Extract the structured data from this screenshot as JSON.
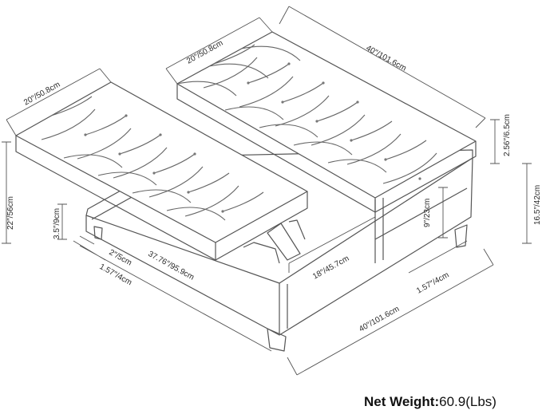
{
  "dimensions": {
    "top_width_left": "20″/50.8cm",
    "top_width_right": "20″/50.8cm",
    "top_length": "40″/101.6cm",
    "cushion_thickness": "2.56″/6.5cm",
    "total_height": "22″/56cm",
    "lower_height": "16.5″/42cm",
    "leg_height_left": "3.5″/9cm",
    "leg_height_right": "9″/23cm",
    "inner_depth": "18″/45.7cm",
    "leg_inset_a": "2″/5cm",
    "leg_inset_b": "1.57″/4cm",
    "leg_inset_right": "1.57″/4cm",
    "base_inner_length": "37.76″/95.9cm",
    "base_length": "40″/101.6cm"
  },
  "net_weight": {
    "label": "Net Weight:",
    "value": "60.9(Lbs)"
  }
}
